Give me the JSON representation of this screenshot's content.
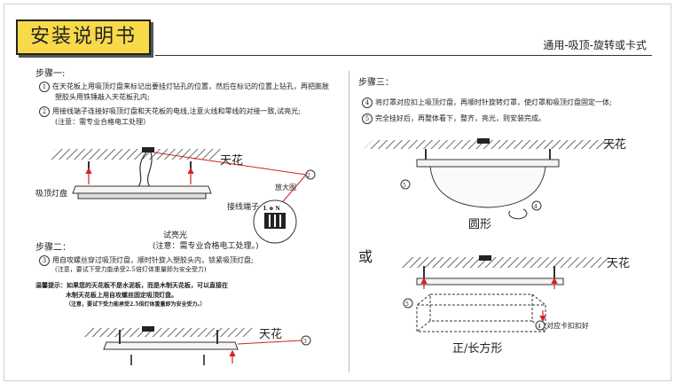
{
  "header": {
    "title": "安装说明书",
    "subtitle": "通用-吸顶-旋转或卡式"
  },
  "step1": {
    "heading": "步骤一:",
    "n1": "1",
    "text1a": "在天花板上用吸顶灯盘来标记出要挂灯钻孔的位置，然后在标记的位置上钻孔，再把膨胀",
    "text1b": "塑胶头用铁锤敲入天花板孔内;",
    "n2": "2",
    "text2": "用接线端子连接好吸顶灯盘和天花板的电线,注意火线和零线的对接一致,试亮光;",
    "note2": "(注意：需专业合格电工处理）",
    "label_ceiling": "天花",
    "label_lamp_disk": "吸顶灯盘",
    "label_terminal": "接线端子",
    "label_zoom": "放大图",
    "label_test": "试亮光",
    "note_test": "(注意：需专业合格电工处理。)",
    "badge": "2",
    "terminal_letters": "L ⊕ N"
  },
  "step2": {
    "heading": "步骤二：",
    "n3": "3",
    "text3": "用自攻螺丝穿过吸顶灯盘，顺时针旋入塑胶头内，锁紧吸顶灯盘;",
    "note3": "(注意，要试下受力能承受2.5倍灯体重量即为安全受力)",
    "warm_a": "温馨提示：如果您的天花板不是水泥板，而是木制天花板，可以直接在",
    "warm_b": "木制天花板上用自攻螺丝固定吸顶灯盘。",
    "warm_c": "（注意，要试下受力能承受2.5倍灯体重量即为安全受力。）",
    "label_ceiling": "天花",
    "badge": "3"
  },
  "step3": {
    "heading": "步骤三：",
    "n4": "4",
    "text4": "将灯罩对应扣上吸顶灯盘，再顺时针旋转灯罩，使灯罩和吸顶灯盘固定一体;",
    "n5": "5",
    "text5": "完全挂好后，再整体看下，整齐，亮光，则安装完成。",
    "label_ceiling1": "天花",
    "label_round": "圆形",
    "badge5a": "5",
    "badge4a": "4",
    "or": "或",
    "label_ceiling2": "天花",
    "badge5b": "5",
    "badge4b": "4",
    "label_clip": "对应卡扣扣好",
    "label_square": "正/长方形"
  },
  "colors": {
    "title_bg": "#f7d94a",
    "arrow": "#d62020",
    "hatch": "#444444"
  }
}
